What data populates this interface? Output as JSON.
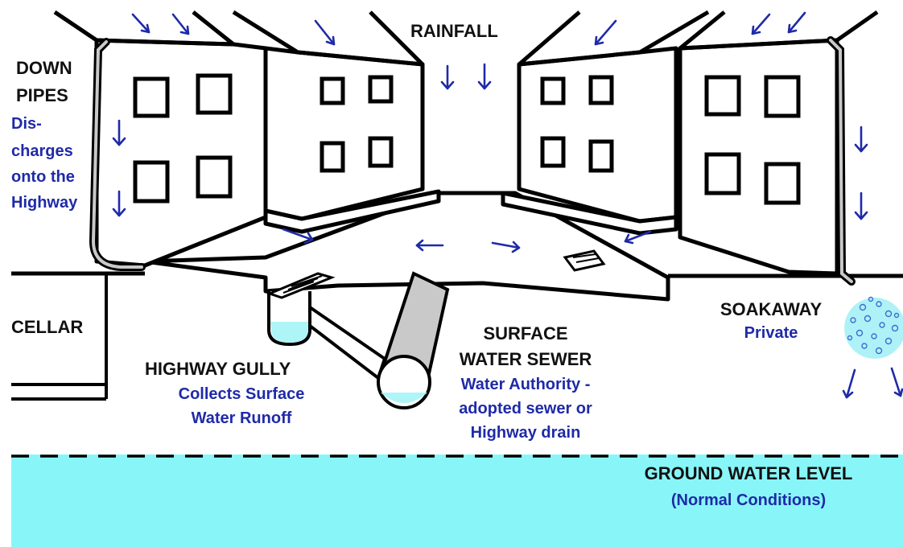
{
  "labels": {
    "rainfall": "RAINFALL",
    "down_pipes_1": "DOWN",
    "down_pipes_2": "PIPES",
    "discharge_1": "Dis-",
    "discharge_2": "charges",
    "discharge_3": "onto the",
    "discharge_4": "Highway",
    "cellar": "CELLAR",
    "highway_gully": "HIGHWAY GULLY",
    "gully_desc_1": "Collects Surface",
    "gully_desc_2": "Water Runoff",
    "surface_1": "SURFACE",
    "surface_2": "WATER SEWER",
    "sewer_desc_1": "Water Authority -",
    "sewer_desc_2": "adopted sewer or",
    "sewer_desc_3": "Highway drain",
    "soakaway": "SOAKAWAY",
    "soakaway_desc": "Private",
    "ground_water": "GROUND WATER LEVEL",
    "ground_water_desc": "(Normal Conditions)"
  },
  "colors": {
    "groundwater": "#88f6f8",
    "water_in_pipe": "#aef5f8",
    "label_blue": "#1f2aa8",
    "label_black": "#111111",
    "sewer_pipe": "#c9c9c9",
    "soakaway_fill": "#aef2f8",
    "outline": "#000000"
  },
  "icons": {
    "flow_arrow": "arrow-icon",
    "gully_grate": "grate-icon",
    "soakaway": "soakaway-pit-icon"
  }
}
